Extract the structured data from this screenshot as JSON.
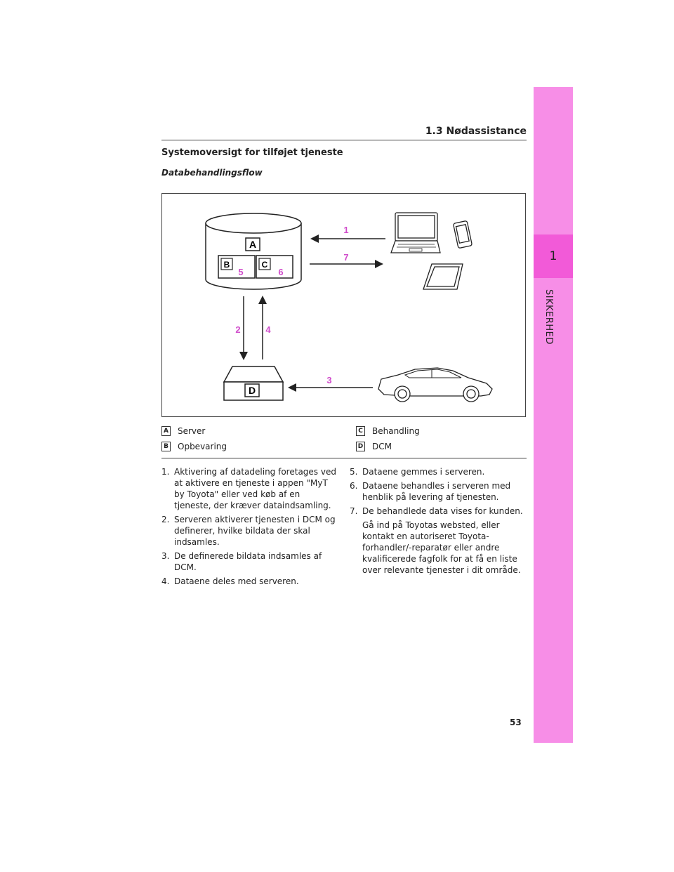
{
  "side_tab": {
    "number": "1",
    "label": "SIKKERHED"
  },
  "header": {
    "section": "1.3  Nødassistance"
  },
  "heading": "Systemoversigt for tilføjet tjeneste",
  "subheading": "Databehandlingsflow",
  "diagram": {
    "labels": {
      "a": "A",
      "b": "B",
      "c": "C",
      "d": "D"
    },
    "step_numbers": {
      "s1": "1",
      "s2": "2",
      "s3": "3",
      "s4": "4",
      "s5": "5",
      "s6": "6",
      "s7": "7"
    },
    "accent_color": "#d04ccb"
  },
  "legend": {
    "left": [
      {
        "key": "A",
        "text": "Server"
      },
      {
        "key": "B",
        "text": "Opbevaring"
      }
    ],
    "right": [
      {
        "key": "C",
        "text": "Behandling"
      },
      {
        "key": "D",
        "text": "DCM"
      }
    ]
  },
  "steps_left": [
    {
      "n": "1.",
      "text": "Aktivering af datadeling foretages ved at aktivere en tjeneste i appen \"MyT by Toyota\" eller ved køb af en tjeneste, der kræver dataindsamling."
    },
    {
      "n": "2.",
      "text": "Serveren aktiverer tjenesten i DCM og definerer, hvilke bildata der skal indsamles."
    },
    {
      "n": "3.",
      "text": "De definerede bildata indsamles af DCM."
    },
    {
      "n": "4.",
      "text": "Dataene deles med serveren."
    }
  ],
  "steps_right": [
    {
      "n": "5.",
      "text": "Dataene gemmes i serveren."
    },
    {
      "n": "6.",
      "text": "Dataene behandles i serveren med henblik på levering af tjenesten."
    },
    {
      "n": "7.",
      "text": "De behandlede data vises for kunden."
    }
  ],
  "note": "Gå ind på Toyotas websted, eller kontakt en autoriseret Toyota-forhandler/-reparatør eller andre kvalificerede fagfolk for at få en liste over relevante tjenester i dit område.",
  "page_number": "53",
  "colors": {
    "tab_light": "#f78ee7",
    "tab_dark": "#f25ad8"
  }
}
